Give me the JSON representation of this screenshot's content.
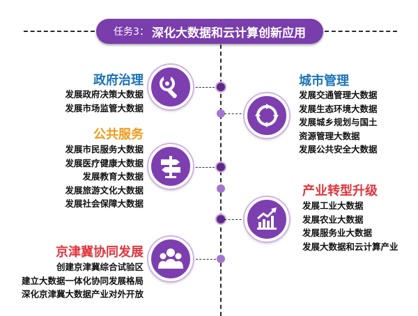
{
  "title": {
    "prefix": "任务3：",
    "main": "深化大数据和云计算创新应用",
    "color": "#7a3dac"
  },
  "groups": [
    {
      "id": "government",
      "heading": "政府治理",
      "color": "#1b73b8",
      "icon": "wrench-gear-icon",
      "items": [
        "发展政府决策大数据",
        "发展市场监管大数据"
      ]
    },
    {
      "id": "city",
      "heading": "城市管理",
      "color": "#1b73b8",
      "icon": "refresh-cycle-icon",
      "items": [
        "发展交通管理大数据",
        "发展生态环境大数据",
        "发展城乡规划与国土",
        "资源管理大数据",
        "发展公共安全大数据"
      ]
    },
    {
      "id": "public",
      "heading": "公共服务",
      "color": "#f09a1a",
      "icon": "signpost-icon",
      "items": [
        "发展市民服务大数据",
        "发展医疗健康大数据",
        "发展教育大数据",
        "发展旅游文化大数据",
        "发展社会保障大数据"
      ]
    },
    {
      "id": "industry",
      "heading": "产业转型升级",
      "color": "#e0353d",
      "icon": "growth-chart-icon",
      "items": [
        "发展工业大数据",
        "发展农业大数据",
        "发展服务业大数据",
        "发展大数据和云计算产业"
      ]
    },
    {
      "id": "jingjinji",
      "heading": "京津冀协同发展",
      "color": "#e0353d",
      "icon": "team-people-icon",
      "items": [
        "创建京津冀综合试验区",
        "建立大数据一体化协同发展格局",
        "深化京津冀大数据产业对外开放"
      ]
    }
  ]
}
